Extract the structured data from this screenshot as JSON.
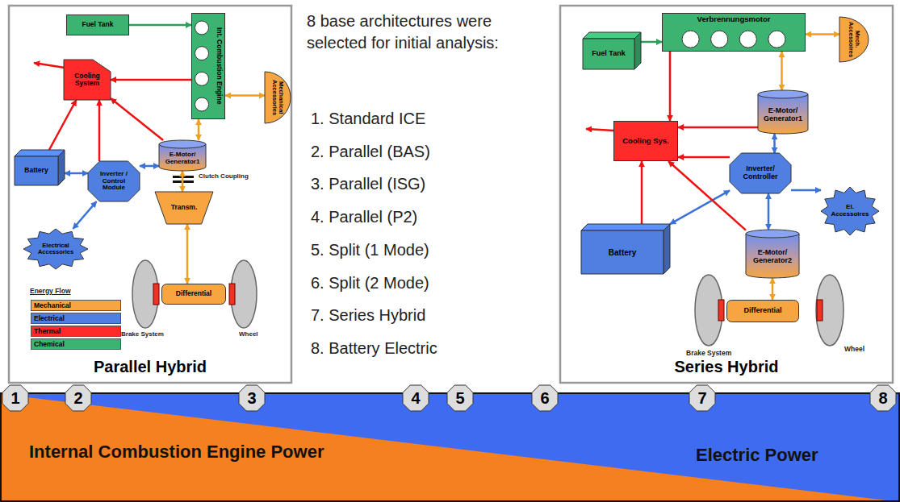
{
  "diagram": {
    "nodes": [
      {
        "text": [
          "Parallel Hybrid"
        ]
      },
      {
        "text": [
          "Fuel Tank"
        ],
        "in": 0
      },
      {
        "text": [
          "Int. Combustion Engine"
        ],
        "in": 0
      },
      {
        "text": [
          "Cooling System"
        ],
        "in": 0
      },
      {
        "text": [
          "Mechanical Accessories"
        ],
        "in": 0
      },
      {
        "text": [
          "Battery"
        ],
        "in": 0
      },
      {
        "text": [
          "E-Motor/ Generator1"
        ],
        "in": 0
      },
      {
        "text": [
          "Inverter / Control Module"
        ],
        "in": 0
      },
      {
        "text": [
          "Transm."
        ],
        "in": 0
      },
      {
        "text": [
          "Electrical Accessories"
        ],
        "in": 0
      },
      {
        "text": [
          "Differential"
        ],
        "in": 0
      },
      {
        "text": [
          "Series Hybrid"
        ]
      },
      {
        "text": [
          "Fuel Tank"
        ],
        "in": 11
      },
      {
        "text": [
          "Verbrennungsmotor"
        ],
        "in": 11
      },
      {
        "text": [
          "Mech. Accessoires"
        ],
        "in": 11
      },
      {
        "text": [
          "E-Motor/ Generator1"
        ],
        "in": 11
      },
      {
        "text": [
          "Cooling Sys."
        ],
        "in": 11
      },
      {
        "text": [
          "Inverter/ Controller"
        ],
        "in": 11
      },
      {
        "text": [
          "El. Accessoires"
        ],
        "in": 11
      },
      {
        "text": [
          "Battery"
        ],
        "in": 11
      },
      {
        "text": [
          "E-Motor/ Generator2"
        ],
        "in": 11
      },
      {
        "text": [
          "Differential"
        ],
        "in": 11
      },
      {
        "text": [
          "1"
        ]
      },
      {
        "text": [
          "2"
        ]
      },
      {
        "text": [
          "3"
        ]
      },
      {
        "text": [
          "4"
        ]
      },
      {
        "text": [
          "5"
        ]
      },
      {
        "text": [
          "6"
        ]
      },
      {
        "text": [
          "7"
        ]
      },
      {
        "text": [
          "8"
        ]
      }
    ],
    "edges": [
      {
        "from": 1,
        "to": 2,
        "arrow": "to"
      },
      {
        "from": 2,
        "to": 3,
        "arrow": "to"
      },
      {
        "from": 2,
        "to": 4,
        "arrow": "both"
      },
      {
        "from": 2,
        "to": 6,
        "arrow": "both"
      },
      {
        "from": 5,
        "to": 3,
        "arrow": "to"
      },
      {
        "from": 5,
        "to": 7,
        "arrow": "both"
      },
      {
        "from": 7,
        "to": 6,
        "arrow": "both"
      },
      {
        "from": 6,
        "to": 3,
        "arrow": "to"
      },
      {
        "from": 7,
        "to": 3,
        "arrow": "to"
      },
      {
        "from": 7,
        "to": 9,
        "arrow": "both"
      },
      {
        "from": 6,
        "to": 8,
        "arrow": "both"
      },
      {
        "from": 8,
        "to": 10,
        "arrow": "both"
      },
      {
        "from": 12,
        "to": 13,
        "arrow": "to"
      },
      {
        "from": 13,
        "to": 14,
        "arrow": "both"
      },
      {
        "from": 13,
        "to": 15,
        "arrow": "both"
      },
      {
        "from": 13,
        "to": 16,
        "arrow": "to"
      },
      {
        "from": 15,
        "to": 16,
        "arrow": "to"
      },
      {
        "from": 15,
        "to": 17,
        "arrow": "both"
      },
      {
        "from": 17,
        "to": 16,
        "arrow": "to"
      },
      {
        "from": 17,
        "to": 19,
        "arrow": "both"
      },
      {
        "from": 17,
        "to": 18,
        "arrow": "to"
      },
      {
        "from": 17,
        "to": 20,
        "arrow": "both"
      },
      {
        "from": 20,
        "to": 16,
        "arrow": "to"
      },
      {
        "from": 19,
        "to": 16,
        "arrow": "to"
      },
      {
        "from": 20,
        "to": 21,
        "arrow": "both"
      }
    ],
    "labels": [
      "Clutch Coupling",
      "Brake System",
      "Wheel",
      "Energy Flow",
      "8 base architectures were selected for initial analysis:",
      "1. Standard ICE",
      "2. Parallel (BAS)",
      "3. Parallel (ISG)",
      "4. Parallel (P2)",
      "5. Split (1 Mode)",
      "6. Split (2 Mode)",
      "7. Series Hybrid",
      "8. Battery Electric",
      "Brake System",
      "Wheel",
      "Internal Combustion Engine Power",
      "Electric Power"
    ],
    "legend": [
      {
        "text": "Mechanical",
        "color": "#f7a541"
      },
      {
        "text": "Electrical",
        "color": "#4f7fe0"
      },
      {
        "text": "Thermal",
        "color": "#ff2a2a"
      },
      {
        "text": "Chemical",
        "color": "#3cb371"
      }
    ]
  }
}
